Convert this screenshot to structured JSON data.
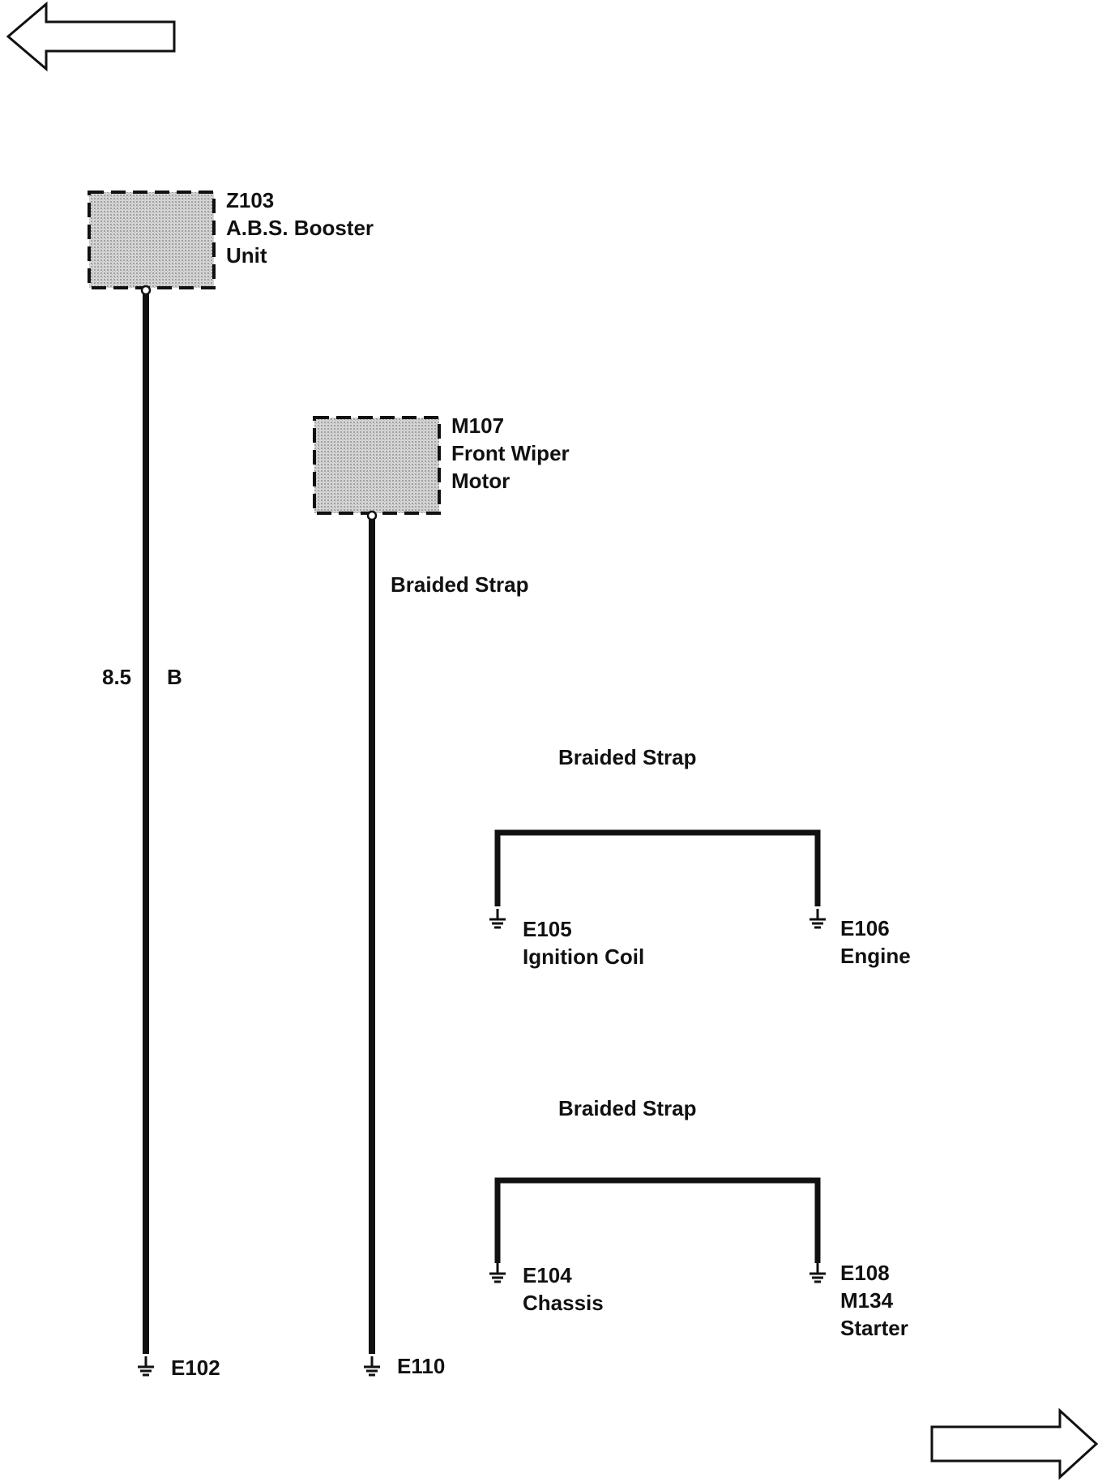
{
  "navigation": {
    "previous_icon": "left-arrow-icon",
    "next_icon": "right-arrow-icon"
  },
  "components": [
    {
      "id": "Z103",
      "name_line1": "A.B.S. Booster",
      "name_line2": "Unit"
    },
    {
      "id": "M107",
      "name_line1": "Front Wiper",
      "name_line2": "Motor"
    }
  ],
  "wire": {
    "gauge": "8.5",
    "color": "B"
  },
  "straps": [
    {
      "label": "Braided Strap"
    },
    {
      "label": "Braided Strap"
    },
    {
      "label": "Braided Strap"
    }
  ],
  "grounds": [
    {
      "id": "E102",
      "desc1": "",
      "desc2": ""
    },
    {
      "id": "E110",
      "desc1": "",
      "desc2": ""
    },
    {
      "id": "E105",
      "desc1": "Ignition Coil",
      "desc2": ""
    },
    {
      "id": "E106",
      "desc1": "Engine",
      "desc2": ""
    },
    {
      "id": "E104",
      "desc1": "Chassis",
      "desc2": ""
    },
    {
      "id": "E108",
      "desc1": "M134",
      "desc2": "Starter"
    }
  ],
  "colors": {
    "line": "#111111",
    "box_fill": "#c9c9c9",
    "background": "#ffffff"
  }
}
